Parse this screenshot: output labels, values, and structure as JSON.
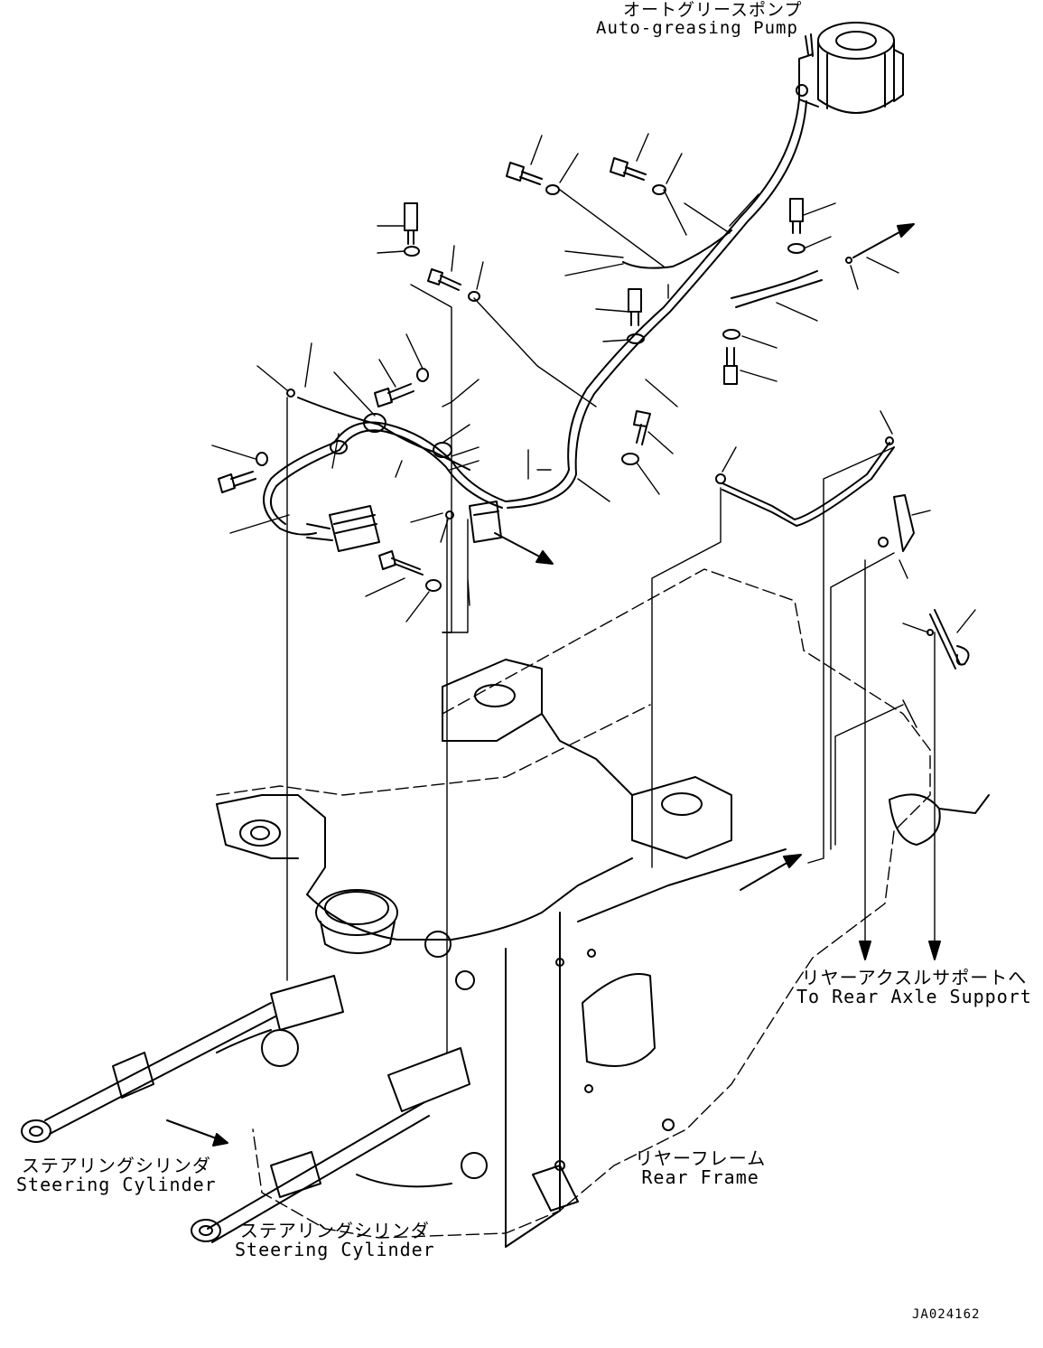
{
  "labels": {
    "auto_greasing_pump": {
      "jp": "オートグリースポンプ",
      "en": "Auto-greasing Pump"
    },
    "rear_axle_support": {
      "jp": "リヤーアクスルサポートへ",
      "en": "To Rear Axle Support"
    },
    "rear_frame": {
      "jp": "リヤーフレーム",
      "en": "Rear Frame"
    },
    "steering_cylinder_1": {
      "jp": "ステアリングシリンダ",
      "en": "Steering Cylinder"
    },
    "steering_cylinder_2": {
      "jp": "ステアリングシリンダ",
      "en": "Steering Cylinder"
    }
  },
  "drawing_number": "JA024162",
  "colors": {
    "line": "#000000",
    "background": "#ffffff"
  }
}
